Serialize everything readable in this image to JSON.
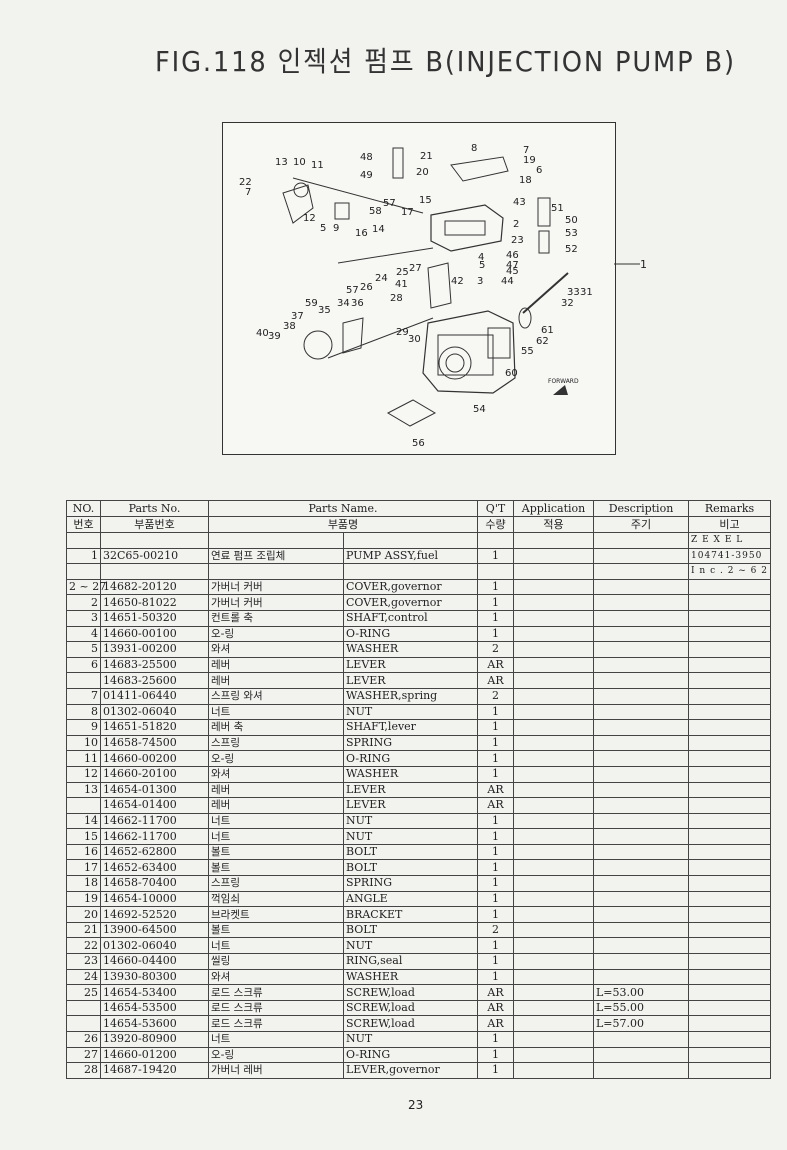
{
  "title": "FIG.118 인젝션 펌프 B(INJECTION PUMP B)",
  "figure": {
    "labels": [
      "8",
      "7",
      "19",
      "6",
      "18",
      "21",
      "20",
      "48",
      "49",
      "13",
      "10",
      "11",
      "22",
      "7",
      "57",
      "15",
      "12",
      "5",
      "9",
      "58",
      "17",
      "43",
      "51",
      "50",
      "53",
      "52",
      "2",
      "23",
      "16",
      "14",
      "4",
      "46",
      "47",
      "5",
      "45",
      "44",
      "27",
      "25",
      "24",
      "41",
      "42",
      "3",
      "57",
      "26",
      "28",
      "59",
      "35",
      "34",
      "36",
      "37",
      "38",
      "40",
      "39",
      "33",
      "31",
      "32",
      "61",
      "62",
      "29",
      "30",
      "55",
      "60",
      "54",
      "56"
    ],
    "callout": "1",
    "forward_label": "FORWARD"
  },
  "table": {
    "headers": {
      "no_en": "NO.",
      "no_ko": "번호",
      "partsno_en": "Parts No.",
      "partsno_ko": "부품번호",
      "name_en": "Parts Name.",
      "name_ko": "부품명",
      "qt_en": "Q'T",
      "qt_ko": "수량",
      "app_en": "Application",
      "app_ko": "적용",
      "desc_en": "Description",
      "desc_ko": "주기",
      "rem_en": "Remarks",
      "rem_ko": "비고"
    },
    "rows": [
      {
        "no": "",
        "partno": "",
        "ko": "",
        "en": "",
        "qt": "",
        "app": "",
        "desc": "",
        "rem": "Z E X E L"
      },
      {
        "no": "1",
        "partno": "32C65-00210",
        "ko": "연료 펌프 조립체",
        "en": "PUMP ASSY,fuel",
        "qt": "1",
        "app": "",
        "desc": "",
        "rem": "104741-3950"
      },
      {
        "no": "",
        "partno": "",
        "ko": "",
        "en": "",
        "qt": "",
        "app": "",
        "desc": "",
        "rem": "I n c . 2 ~ 6 2"
      },
      {
        "no": "2 ~ 27",
        "partno": "14682-20120",
        "ko": "가버너 커버",
        "en": "COVER,governor",
        "qt": "1",
        "app": "",
        "desc": "",
        "rem": ""
      },
      {
        "no": "2",
        "partno": "14650-81022",
        "ko": "가버너 커버",
        "en": "COVER,governor",
        "qt": "1",
        "app": "",
        "desc": "",
        "rem": ""
      },
      {
        "no": "3",
        "partno": "14651-50320",
        "ko": "컨트롤 축",
        "en": "SHAFT,control",
        "qt": "1",
        "app": "",
        "desc": "",
        "rem": ""
      },
      {
        "no": "4",
        "partno": "14660-00100",
        "ko": "오-링",
        "en": "O-RING",
        "qt": "1",
        "app": "",
        "desc": "",
        "rem": ""
      },
      {
        "no": "5",
        "partno": "13931-00200",
        "ko": "와셔",
        "en": "WASHER",
        "qt": "2",
        "app": "",
        "desc": "",
        "rem": ""
      },
      {
        "no": "6",
        "partno": "14683-25500",
        "ko": "레버",
        "en": "LEVER",
        "qt": "AR",
        "app": "",
        "desc": "",
        "rem": ""
      },
      {
        "no": "",
        "partno": "14683-25600",
        "ko": "레버",
        "en": "LEVER",
        "qt": "AR",
        "app": "",
        "desc": "",
        "rem": ""
      },
      {
        "no": "7",
        "partno": "01411-06440",
        "ko": "스프링 와셔",
        "en": "WASHER,spring",
        "qt": "2",
        "app": "",
        "desc": "",
        "rem": ""
      },
      {
        "no": "8",
        "partno": "01302-06040",
        "ko": "너트",
        "en": "NUT",
        "qt": "1",
        "app": "",
        "desc": "",
        "rem": ""
      },
      {
        "no": "9",
        "partno": "14651-51820",
        "ko": "레버 축",
        "en": "SHAFT,lever",
        "qt": "1",
        "app": "",
        "desc": "",
        "rem": ""
      },
      {
        "no": "10",
        "partno": "14658-74500",
        "ko": "스프링",
        "en": "SPRING",
        "qt": "1",
        "app": "",
        "desc": "",
        "rem": ""
      },
      {
        "no": "11",
        "partno": "14660-00200",
        "ko": "오-링",
        "en": "O-RING",
        "qt": "1",
        "app": "",
        "desc": "",
        "rem": ""
      },
      {
        "no": "12",
        "partno": "14660-20100",
        "ko": "와셔",
        "en": "WASHER",
        "qt": "1",
        "app": "",
        "desc": "",
        "rem": ""
      },
      {
        "no": "13",
        "partno": "14654-01300",
        "ko": "레버",
        "en": "LEVER",
        "qt": "AR",
        "app": "",
        "desc": "",
        "rem": ""
      },
      {
        "no": "",
        "partno": "14654-01400",
        "ko": "레버",
        "en": "LEVER",
        "qt": "AR",
        "app": "",
        "desc": "",
        "rem": ""
      },
      {
        "no": "14",
        "partno": "14662-11700",
        "ko": "너트",
        "en": "NUT",
        "qt": "1",
        "app": "",
        "desc": "",
        "rem": ""
      },
      {
        "no": "15",
        "partno": "14662-11700",
        "ko": "너트",
        "en": "NUT",
        "qt": "1",
        "app": "",
        "desc": "",
        "rem": ""
      },
      {
        "no": "16",
        "partno": "14652-62800",
        "ko": "볼트",
        "en": "BOLT",
        "qt": "1",
        "app": "",
        "desc": "",
        "rem": ""
      },
      {
        "no": "17",
        "partno": "14652-63400",
        "ko": "볼트",
        "en": "BOLT",
        "qt": "1",
        "app": "",
        "desc": "",
        "rem": ""
      },
      {
        "no": "18",
        "partno": "14658-70400",
        "ko": "스프링",
        "en": "SPRING",
        "qt": "1",
        "app": "",
        "desc": "",
        "rem": ""
      },
      {
        "no": "19",
        "partno": "14654-10000",
        "ko": "꺽임쇠",
        "en": "ANGLE",
        "qt": "1",
        "app": "",
        "desc": "",
        "rem": ""
      },
      {
        "no": "20",
        "partno": "14692-52520",
        "ko": "브라켓트",
        "en": "BRACKET",
        "qt": "1",
        "app": "",
        "desc": "",
        "rem": ""
      },
      {
        "no": "21",
        "partno": "13900-64500",
        "ko": "볼트",
        "en": "BOLT",
        "qt": "2",
        "app": "",
        "desc": "",
        "rem": ""
      },
      {
        "no": "22",
        "partno": "01302-06040",
        "ko": "너트",
        "en": "NUT",
        "qt": "1",
        "app": "",
        "desc": "",
        "rem": ""
      },
      {
        "no": "23",
        "partno": "14660-04400",
        "ko": "씰링",
        "en": "RING,seal",
        "qt": "1",
        "app": "",
        "desc": "",
        "rem": ""
      },
      {
        "no": "24",
        "partno": "13930-80300",
        "ko": "와셔",
        "en": "WASHER",
        "qt": "1",
        "app": "",
        "desc": "",
        "rem": ""
      },
      {
        "no": "25",
        "partno": "14654-53400",
        "ko": "로드 스크류",
        "en": "SCREW,load",
        "qt": "AR",
        "app": "",
        "desc": "L=53.00",
        "rem": ""
      },
      {
        "no": "",
        "partno": "14654-53500",
        "ko": "로드 스크류",
        "en": "SCREW,load",
        "qt": "AR",
        "app": "",
        "desc": "L=55.00",
        "rem": ""
      },
      {
        "no": "",
        "partno": "14654-53600",
        "ko": "로드 스크류",
        "en": "SCREW,load",
        "qt": "AR",
        "app": "",
        "desc": "L=57.00",
        "rem": ""
      },
      {
        "no": "26",
        "partno": "13920-80900",
        "ko": "너트",
        "en": "NUT",
        "qt": "1",
        "app": "",
        "desc": "",
        "rem": ""
      },
      {
        "no": "27",
        "partno": "14660-01200",
        "ko": "오-링",
        "en": "O-RING",
        "qt": "1",
        "app": "",
        "desc": "",
        "rem": ""
      },
      {
        "no": "28",
        "partno": "14687-19420",
        "ko": "가버너 레버",
        "en": "LEVER,governor",
        "qt": "1",
        "app": "",
        "desc": "",
        "rem": ""
      }
    ]
  },
  "page_number": "23"
}
